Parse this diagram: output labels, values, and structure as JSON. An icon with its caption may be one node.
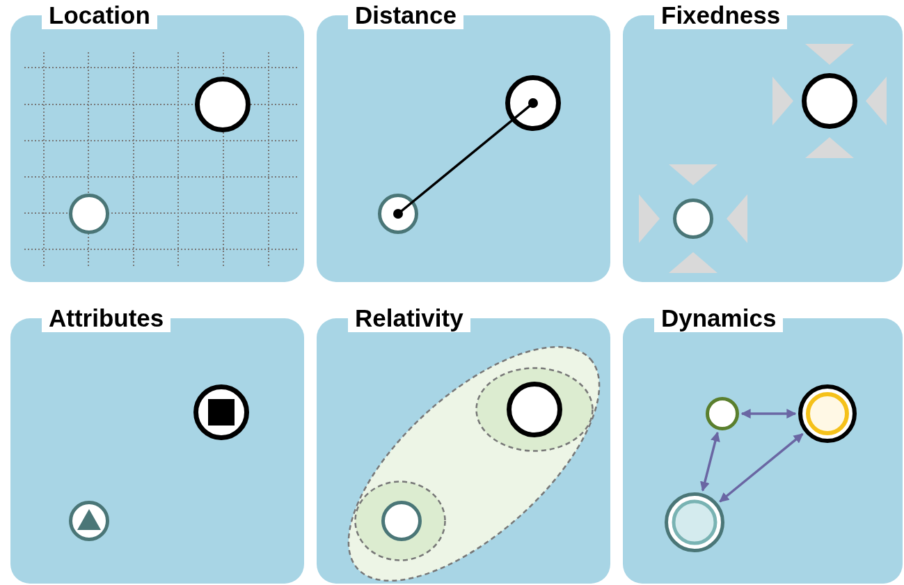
{
  "diagram": {
    "nodes": [
      {
        "text": [
          "Location"
        ]
      },
      {
        "text": [],
        "shape": "circle",
        "in": 0
      },
      {
        "text": [],
        "shape": "circle",
        "in": 0
      },
      {
        "text": [
          "Distance"
        ]
      },
      {
        "text": [],
        "shape": "circle",
        "in": 3
      },
      {
        "text": [],
        "shape": "circle",
        "in": 3
      },
      {
        "text": [
          "Fixedness"
        ]
      },
      {
        "text": [],
        "shape": "circle",
        "in": 6
      },
      {
        "text": [],
        "shape": "circle",
        "in": 6
      },
      {
        "text": [
          "Attributes"
        ]
      },
      {
        "text": [],
        "shape": "circle",
        "in": 9
      },
      {
        "text": [],
        "shape": "circle",
        "in": 9
      },
      {
        "text": [
          "Relativity"
        ]
      },
      {
        "text": [],
        "shape": "ellipse",
        "in": 12
      },
      {
        "text": [],
        "shape": "ellipse",
        "in": 13
      },
      {
        "text": [],
        "shape": "circle",
        "in": 14
      },
      {
        "text": [],
        "shape": "ellipse",
        "in": 13
      },
      {
        "text": [],
        "shape": "circle",
        "in": 16
      },
      {
        "text": [
          "Dynamics"
        ]
      },
      {
        "text": [],
        "shape": "circle",
        "in": 18
      },
      {
        "text": [],
        "shape": "circle",
        "in": 18
      },
      {
        "text": [],
        "shape": "circle",
        "in": 18
      }
    ],
    "edges": [
      {
        "from": 5,
        "to": 4,
        "arrow": "other",
        "color": "#000000"
      },
      {
        "from": 19,
        "to": 20,
        "arrow": "both"
      },
      {
        "from": 19,
        "to": 21,
        "arrow": "both"
      },
      {
        "from": 21,
        "to": 20,
        "arrow": "both"
      }
    ]
  }
}
